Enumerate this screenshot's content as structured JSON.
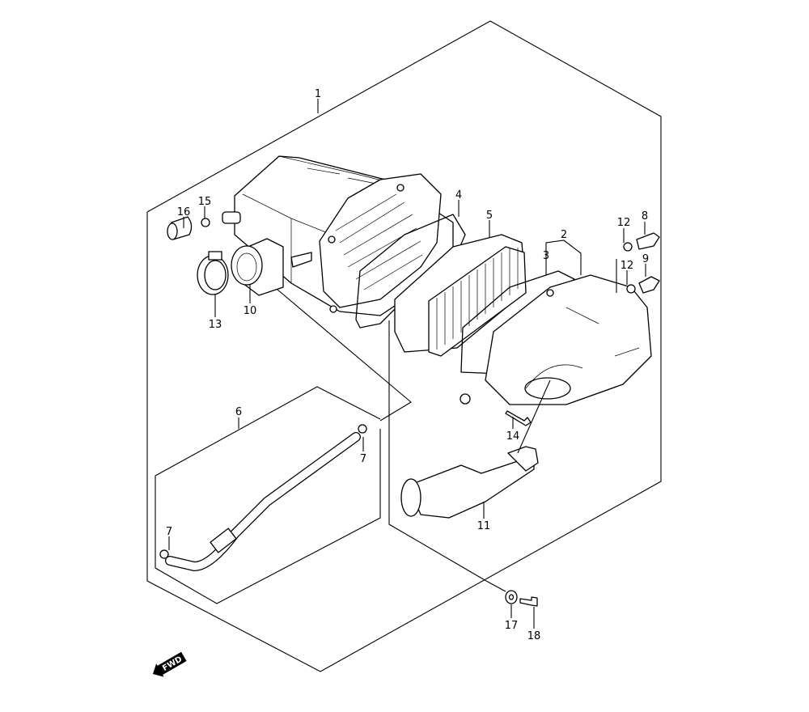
{
  "diagram": {
    "type": "exploded parts diagram",
    "callouts": [
      {
        "id": "c1",
        "label": "1"
      },
      {
        "id": "c16",
        "label": "16"
      },
      {
        "id": "c15",
        "label": "15"
      },
      {
        "id": "c13",
        "label": "13"
      },
      {
        "id": "c10",
        "label": "10"
      },
      {
        "id": "c4",
        "label": "4"
      },
      {
        "id": "c5",
        "label": "5"
      },
      {
        "id": "c2",
        "label": "2"
      },
      {
        "id": "c3",
        "label": "3"
      },
      {
        "id": "c12a",
        "label": "12"
      },
      {
        "id": "c8",
        "label": "8"
      },
      {
        "id": "c12b",
        "label": "12"
      },
      {
        "id": "c9",
        "label": "9"
      },
      {
        "id": "c14",
        "label": "14"
      },
      {
        "id": "c6",
        "label": "6"
      },
      {
        "id": "c7a",
        "label": "7"
      },
      {
        "id": "c7b",
        "label": "7"
      },
      {
        "id": "c11",
        "label": "11"
      },
      {
        "id": "c17",
        "label": "17"
      },
      {
        "id": "c18",
        "label": "18"
      }
    ],
    "direction_badge": "FWD"
  },
  "colors": {
    "line": "#000000",
    "background": "#ffffff"
  }
}
